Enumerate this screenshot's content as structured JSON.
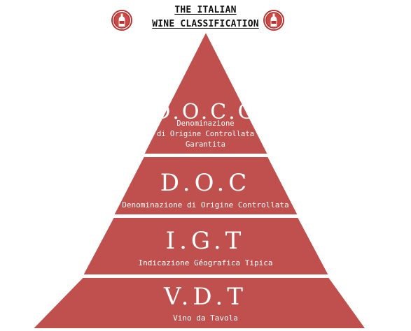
{
  "title": {
    "line1": "THE ITALIAN",
    "line2": "WINE CLASSIFICATION"
  },
  "colors": {
    "tier_fill": "#c0504d",
    "tier_stroke": "#ffffff",
    "emblem": "#b8312f",
    "text": "#ffffff"
  },
  "icons": [
    "wine-bottle-emblem-icon",
    "wine-bottle-emblem-icon"
  ],
  "tiers": [
    {
      "code": "D.O.C.G",
      "description_lines": [
        "Denominazione",
        "di Origine Controllata",
        "Garantita"
      ]
    },
    {
      "code": "D.O.C",
      "description_lines": [
        "Denominazione di Origine Controllata"
      ]
    },
    {
      "code": "I.G.T",
      "description_lines": [
        "Indicazione Géografica Tipica"
      ]
    },
    {
      "code": "V.D.T",
      "description_lines": [
        "Vino da Tavola"
      ]
    }
  ]
}
